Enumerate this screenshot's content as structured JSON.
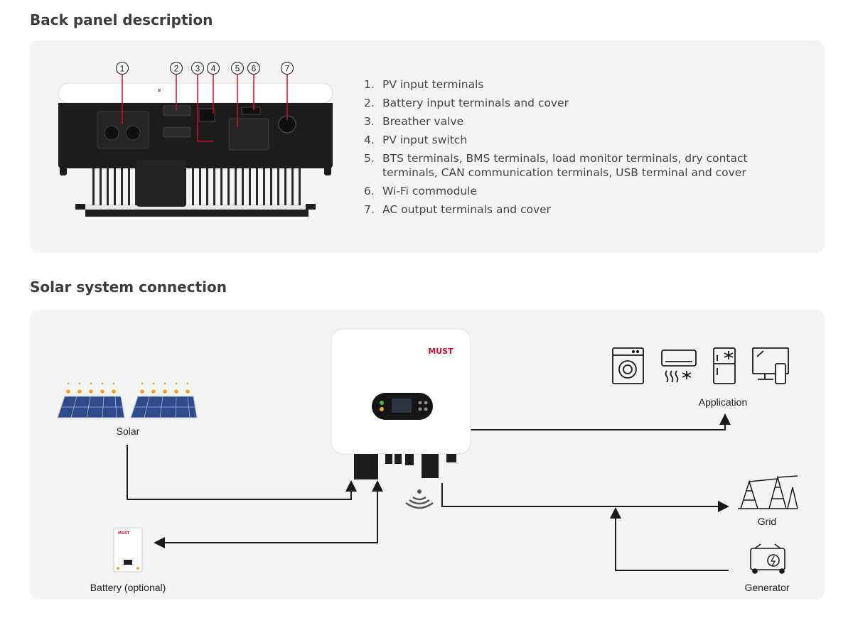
{
  "back_panel": {
    "title": "Back panel description",
    "callouts": [
      "1",
      "2",
      "3",
      "4",
      "5",
      "6",
      "7"
    ],
    "items": [
      {
        "num": "1.",
        "text": "PV input terminals"
      },
      {
        "num": "2.",
        "text": "Battery input terminals and cover"
      },
      {
        "num": "3.",
        "text": "Breather valve"
      },
      {
        "num": "4.",
        "text": "PV input switch"
      },
      {
        "num": "5.",
        "text": "BTS terminals, BMS terminals, load monitor terminals, dry contact terminals, CAN communication terminals, USB terminal and cover"
      },
      {
        "num": "6.",
        "text": "Wi-Fi commodule"
      },
      {
        "num": "7.",
        "text": "AC output terminals and cover"
      }
    ]
  },
  "solar_connection": {
    "title": "Solar system connection",
    "brand": "MUST",
    "labels": {
      "solar": "Solar",
      "battery": "Battery (optional)",
      "application": "Application",
      "grid": "Grid",
      "generator": "Generator"
    }
  },
  "colors": {
    "accent_red": "#c8102e",
    "panel_bg": "#f4f4f4",
    "line": "#1a1a1a",
    "solar_blue": "#2e4a8a",
    "sun_orange": "#f5a623"
  }
}
